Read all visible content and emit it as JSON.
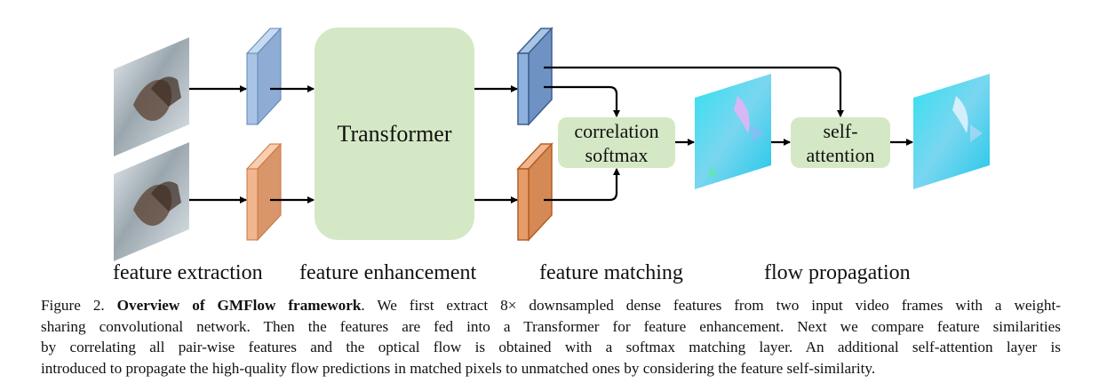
{
  "diagram": {
    "blocks": {
      "transformer": "Transformer",
      "correlation_line1": "correlation",
      "correlation_line2": "softmax",
      "self_attention_line1": "self-",
      "self_attention_line2": "attention"
    },
    "stages": {
      "extraction": "feature extraction",
      "enhancement": "feature enhancement",
      "matching": "feature matching",
      "propagation": "flow propagation"
    },
    "colors": {
      "block_fill": "#d5e8c5",
      "feature_blue": "#a9c4e4",
      "feature_blue_dark": "#5e86b8",
      "feature_orange": "#f1b690",
      "feature_orange_dark": "#c8743c",
      "matched_blue": "#6f92c4",
      "matched_orange": "#d58a55"
    }
  },
  "caption": {
    "figure_label": "Figure 2.",
    "title": "Overview of GMFlow framework",
    "after_title": ". We first extract",
    "math": "8×",
    "line1_rest": " downsampled dense features from two input video frames with a weight-",
    "line2": "sharing convolutional network. Then the features are fed into a Transformer for feature enhancement. Next we compare feature similarities",
    "line3": "by correlating all pair-wise features and the optical flow is obtained with a softmax matching layer. An additional self-attention layer is",
    "line4": "introduced to propagate the high-quality flow predictions in matched pixels to unmatched ones by considering the feature self-similarity."
  }
}
